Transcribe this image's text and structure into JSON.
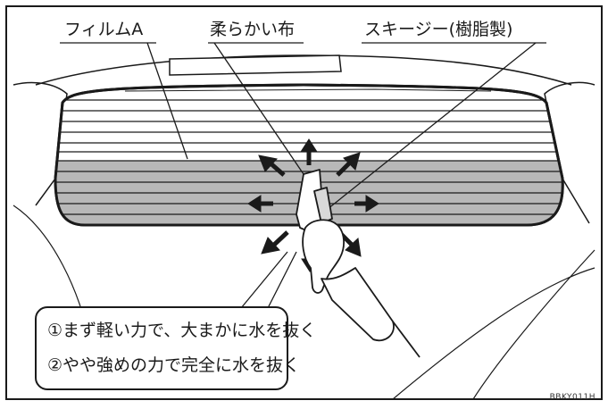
{
  "labels": {
    "film_a": "フィルムA",
    "soft_cloth": "柔らかい布",
    "squeegee": "スキージー(樹脂製)"
  },
  "steps": {
    "step1": "①まず軽い力で、大まかに水を抜く",
    "step2": "②やや強めの力で完全に水を抜く"
  },
  "figure_code": "BBKY011H"
}
